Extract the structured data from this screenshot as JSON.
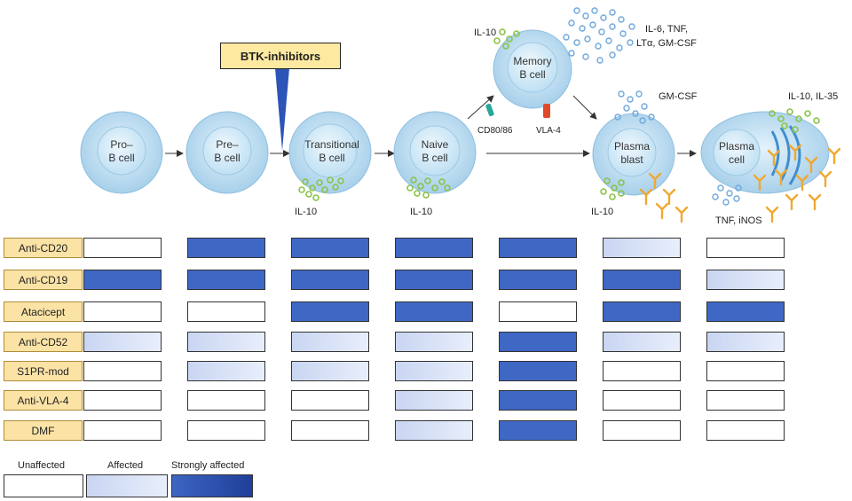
{
  "btk_label": "BTK-inhibitors",
  "cells": [
    {
      "id": "pro",
      "label": [
        "Pro–",
        "B cell"
      ]
    },
    {
      "id": "pre",
      "label": [
        "Pre–",
        "B cell"
      ]
    },
    {
      "id": "trans",
      "label": [
        "Transitional",
        "B cell"
      ]
    },
    {
      "id": "naive",
      "label": [
        "Naive",
        "B cell"
      ]
    },
    {
      "id": "memory",
      "label": [
        "Memory",
        "B cell"
      ]
    },
    {
      "id": "plasmablast",
      "label": [
        "Plasma",
        "blast"
      ]
    },
    {
      "id": "plasmacell",
      "label": [
        "Plasma",
        "cell"
      ]
    }
  ],
  "cytokines": {
    "memory_il10": "IL-10",
    "memory_right": [
      "IL-6, TNF,",
      "LTα, GM-CSF"
    ],
    "memory_cd80": "CD80/86",
    "memory_vla4": "VLA-4",
    "transitional_il10": "IL-10",
    "naive_il10": "IL-10",
    "plasmablast_gmcsf": "GM-CSF",
    "plasmablast_il10": "IL-10",
    "plasmacell_top": "IL-10, IL-35",
    "plasmacell_bottom": "TNF, iNOS"
  },
  "drugs": [
    {
      "name": "Anti-CD20",
      "levels": [
        "unaffected",
        "strong",
        "strong",
        "strong",
        "strong",
        "affected",
        "unaffected"
      ]
    },
    {
      "name": "Anti-CD19",
      "levels": [
        "strong",
        "strong",
        "strong",
        "strong",
        "strong",
        "strong",
        "affected"
      ]
    },
    {
      "name": "Atacicept",
      "levels": [
        "unaffected",
        "unaffected",
        "strong",
        "strong",
        "unaffected",
        "strong",
        "strong"
      ]
    },
    {
      "name": "Anti-CD52",
      "levels": [
        "affected",
        "affected",
        "affected",
        "affected",
        "strong",
        "affected",
        "affected"
      ]
    },
    {
      "name": "S1PR-mod",
      "levels": [
        "unaffected",
        "affected",
        "affected",
        "affected",
        "strong",
        "unaffected",
        "unaffected"
      ]
    },
    {
      "name": "Anti-VLA-4",
      "levels": [
        "unaffected",
        "unaffected",
        "unaffected",
        "affected",
        "strong",
        "unaffected",
        "unaffected"
      ]
    },
    {
      "name": "DMF",
      "levels": [
        "unaffected",
        "unaffected",
        "unaffected",
        "affected",
        "strong",
        "unaffected",
        "unaffected"
      ]
    }
  ],
  "legend": {
    "unaffected": "Unaffected",
    "affected": "Affected",
    "strong": "Strongly affected"
  },
  "colors": {
    "cell_outer": "#b4d8ee",
    "cell_nucleus": "#cfe7f6",
    "strong": "#3f67c4",
    "affected": "#c9d6f2",
    "drug_fill": "#fbe3a6",
    "btk_fill": "#fde9a0",
    "il10_dot": "#8bc34a",
    "cytokine_dot": "#6fa8dc",
    "antibody": "#f0a830"
  }
}
